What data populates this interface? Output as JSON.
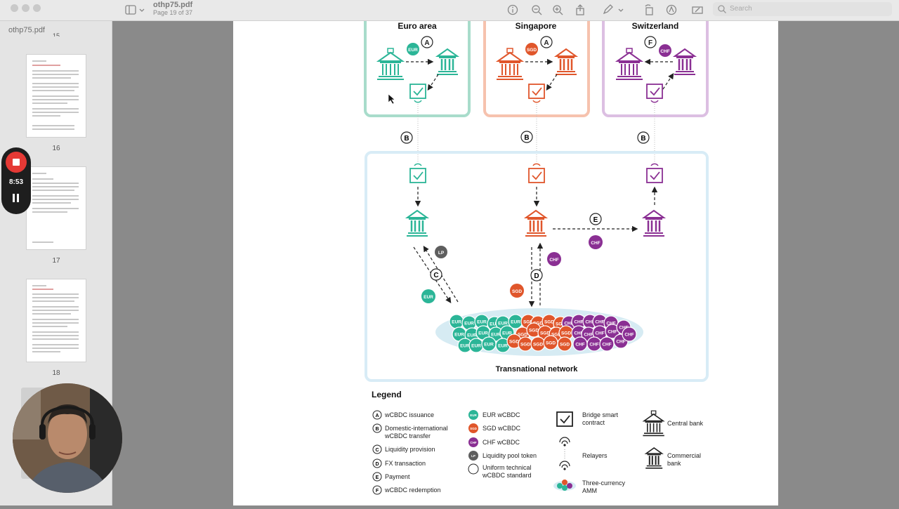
{
  "window": {
    "title": "othp75.pdf",
    "subtitle": "Page 19 of 37",
    "search_placeholder": "Search"
  },
  "sidebar": {
    "file_name": "othp75.pdf",
    "pages": [
      {
        "label": "16"
      },
      {
        "label": "17"
      },
      {
        "label": "18"
      }
    ],
    "top_partial_label": "15"
  },
  "recorder": {
    "time": "8:53"
  },
  "diagram": {
    "regions": [
      {
        "title": "Euro area",
        "letter": "A",
        "coin": "EUR",
        "color": "#2bb597"
      },
      {
        "title": "Singapore",
        "letter": "A",
        "coin": "SGD",
        "color": "#e0562b"
      },
      {
        "title": "Switzerland",
        "letter": "F",
        "coin": "CHF",
        "color": "#8a2f93"
      }
    ],
    "step_b": "B",
    "step_c": "C",
    "step_d": "D",
    "step_e": "E",
    "coin_lp": "LP",
    "coin_eur": "EUR",
    "coin_sgd": "SGD",
    "coin_chf": "CHF",
    "network_label": "Transnational network"
  },
  "legend": {
    "title": "Legend",
    "steps": [
      {
        "key": "A",
        "text": "wCBDC issuance"
      },
      {
        "key": "B",
        "text": "Domestic-international",
        "text2": "wCBDC transfer"
      },
      {
        "key": "C",
        "text": "Liquidity provision"
      },
      {
        "key": "D",
        "text": "FX transaction"
      },
      {
        "key": "E",
        "text": "Payment"
      },
      {
        "key": "F",
        "text": "wCBDC redemption"
      }
    ],
    "coins": [
      {
        "key": "EUR",
        "text": "EUR wCBDC",
        "color": "#2bb597"
      },
      {
        "key": "SGD",
        "text": "SGD wCBDC",
        "color": "#e0562b"
      },
      {
        "key": "CHF",
        "text": "CHF wCBDC",
        "color": "#8a2f93"
      },
      {
        "key": "LP",
        "text": "Liquidity pool token",
        "color": "#5e5e5e"
      },
      {
        "key": "",
        "text": "Uniform technical",
        "text2": "wCBDC standard",
        "color": "#ffffff"
      }
    ],
    "smart_contract": "Bridge smart",
    "smart_contract2": "contract",
    "relayers": "Relayers",
    "amm": "Three-currency",
    "amm2": "AMM",
    "central_bank": "Central bank",
    "commercial_bank": "Commercial",
    "commercial_bank2": "bank"
  }
}
